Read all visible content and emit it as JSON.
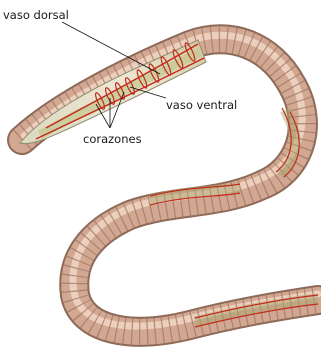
{
  "labels": {
    "dorsal_vessel": "vaso dorsal",
    "ventral_vessel": "vaso ventral",
    "hearts": "corazones"
  },
  "colors": {
    "body_dark": "#a9806d",
    "body_mid": "#d6ad97",
    "body_light": "#f3dccb",
    "head_translucent": "#e8e4cc",
    "gut": "#c7c994",
    "vessel_red": "#c22a1c",
    "ring_line": "#b08a78"
  },
  "icons": {
    "figure": "earthworm-circulatory-diagram"
  }
}
